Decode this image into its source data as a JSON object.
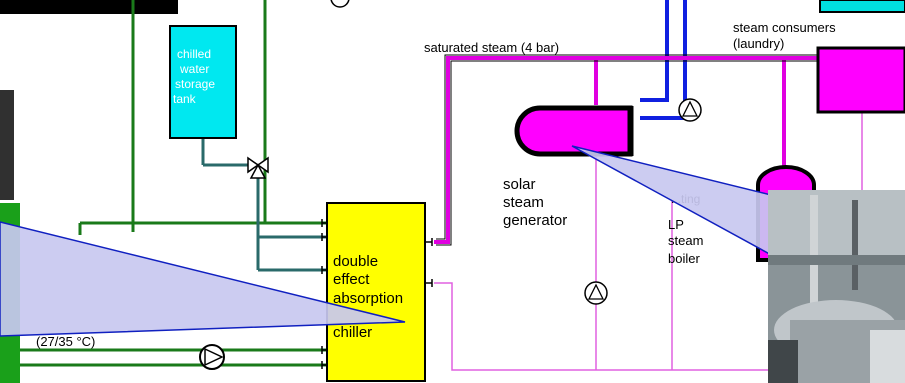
{
  "diagram": {
    "labels": {
      "saturated_steam": "saturated steam (4 bar)",
      "steam_consumers_line1": "steam consumers",
      "steam_consumers_line2": "(laundry)",
      "tank_line1": "chilled",
      "tank_line2": "water",
      "tank_line3": "storage",
      "tank_line4": "tank",
      "solar_line1": "solar",
      "solar_line2": "steam",
      "solar_line3": "generator",
      "boiler_line1": "...ting",
      "boiler_line2": "LP",
      "boiler_line3": "steam",
      "boiler_line4": "boiler",
      "chiller_line1": "double",
      "chiller_line2": "effect",
      "chiller_line3": "absorption",
      "chiller_line4": "chiller",
      "cooling_temp": "(27/35 °C)"
    },
    "colors": {
      "steam_pipe": "#e000e0",
      "chilled_water_pipe": "#1a7a1a",
      "tank_pipe": "#2a6a6a",
      "blue_pipe": "#1020e0",
      "return_pipe": "#e060e0",
      "chiller_fill": "#ffff00",
      "tank_fill": "#00e8f0",
      "generator_fill": "#ff00ff",
      "callout_fill": "#c8c8f0"
    },
    "icons": [
      "pump-icon",
      "valve-icon"
    ]
  }
}
